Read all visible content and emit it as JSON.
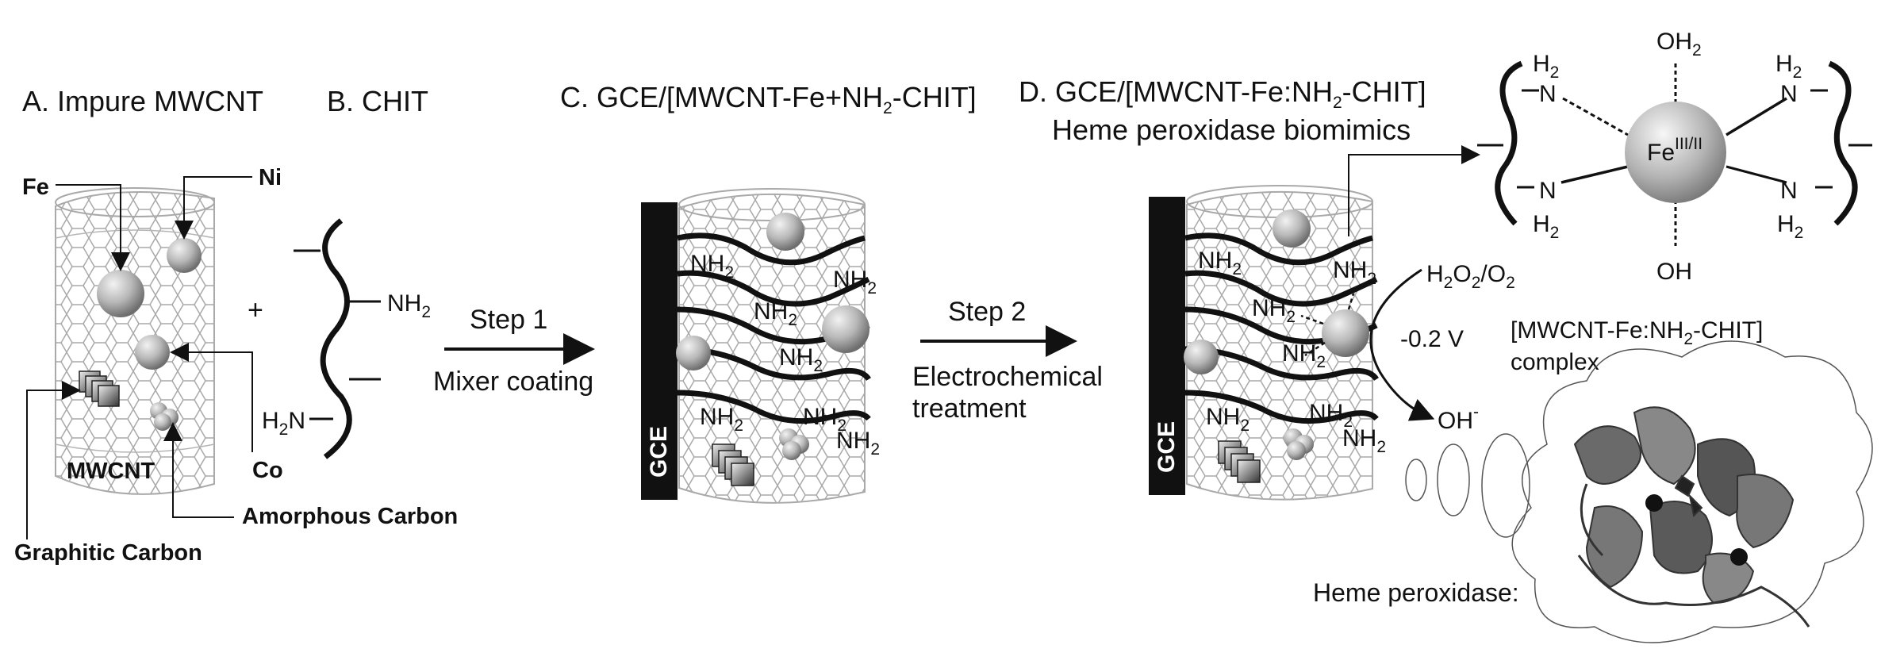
{
  "panels": {
    "a_title": "A. Impure MWCNT",
    "b_title": "B. CHIT",
    "c_title_pre": "C. GCE/[MWCNT-Fe+NH",
    "c_title_sub": "2",
    "c_title_post": "-CHIT]",
    "d_title_pre": "D. GCE/[MWCNT-Fe:NH",
    "d_title_sub": "2",
    "d_title_post": "-CHIT]",
    "d_subtitle": "Heme peroxidase biomimics"
  },
  "panel_a": {
    "fe": "Fe",
    "ni": "Ni",
    "co": "Co",
    "mwcnt": "MWCNT",
    "amorphous": "Amorphous Carbon",
    "graphitic": "Graphitic Carbon",
    "plus": "+"
  },
  "panel_b": {
    "nh": "NH",
    "nh_sub": "2",
    "h2n_pre": "H",
    "h2n_sub": "2",
    "h2n_post": "N"
  },
  "steps": {
    "step1": "Step 1",
    "step1_desc": "Mixer coating",
    "step2": "Step 2",
    "step2_desc_1": "Electrochemical",
    "step2_desc_2": "treatment"
  },
  "electrode": {
    "gce": "GCE"
  },
  "amine": {
    "nh": "NH",
    "sub": "2"
  },
  "reaction": {
    "h2o2_o2": [
      "H",
      "2",
      "O",
      "2",
      "/O",
      "2"
    ],
    "potential": "-0.2 V",
    "oh": "OH",
    "oh_sup": "-"
  },
  "complex": {
    "fe": "Fe",
    "fe_sup": "III/II",
    "oh2_main": "OH",
    "oh2_sub": "2",
    "oh": "OH",
    "h": "H",
    "h_sub": "2",
    "n": "N",
    "label_1_pre": "[MWCNT-Fe:NH",
    "label_1_sub": "2",
    "label_1_post": "-CHIT]",
    "label_2": "complex"
  },
  "enzyme": {
    "label": "Heme peroxidase:"
  },
  "colors": {
    "ink": "#111111",
    "tube": "#a9a9a9",
    "ball": "#bdbdbd",
    "electrode": "#111111"
  }
}
